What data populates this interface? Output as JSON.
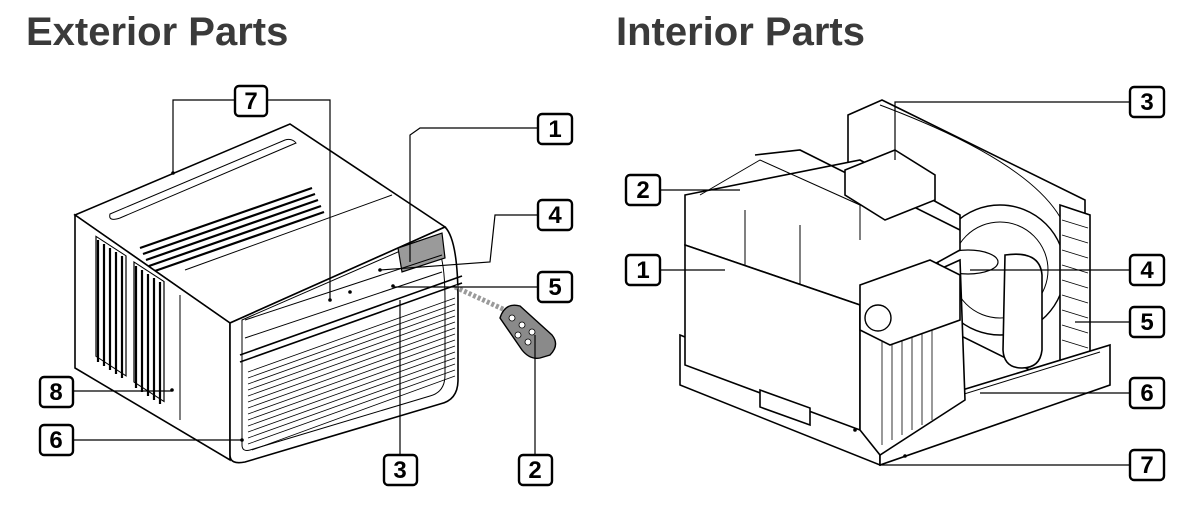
{
  "exterior": {
    "title": "Exterior Parts",
    "callouts": [
      {
        "id": "ext-7",
        "label": "7"
      },
      {
        "id": "ext-1",
        "label": "1"
      },
      {
        "id": "ext-4",
        "label": "4"
      },
      {
        "id": "ext-5",
        "label": "5"
      },
      {
        "id": "ext-8",
        "label": "8"
      },
      {
        "id": "ext-6",
        "label": "6"
      },
      {
        "id": "ext-3",
        "label": "3"
      },
      {
        "id": "ext-2",
        "label": "2"
      }
    ]
  },
  "interior": {
    "title": "Interior Parts",
    "callouts": [
      {
        "id": "int-3",
        "label": "3"
      },
      {
        "id": "int-2",
        "label": "2"
      },
      {
        "id": "int-1",
        "label": "1"
      },
      {
        "id": "int-4",
        "label": "4"
      },
      {
        "id": "int-5",
        "label": "5"
      },
      {
        "id": "int-6",
        "label": "6"
      },
      {
        "id": "int-7",
        "label": "7"
      }
    ]
  }
}
